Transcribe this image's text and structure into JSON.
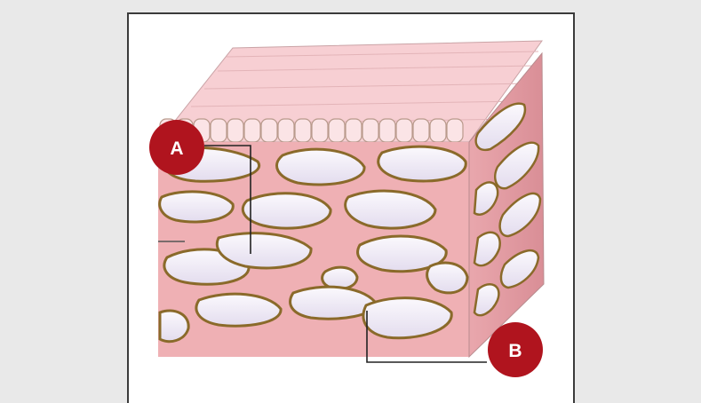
{
  "diagram": {
    "markers": [
      {
        "id": "A",
        "label": "A"
      },
      {
        "id": "B",
        "label": "B"
      }
    ],
    "colors": {
      "background": "#e9e9e9",
      "frame": "#3b3b3b",
      "marker_fill": "#b0141e",
      "epithelium": "#f7cfd3",
      "tissue": "#efb0b4",
      "cell_wall": "#8a6a2a",
      "sac_fill": "#efeaf5",
      "leader_line": "#222222"
    }
  }
}
